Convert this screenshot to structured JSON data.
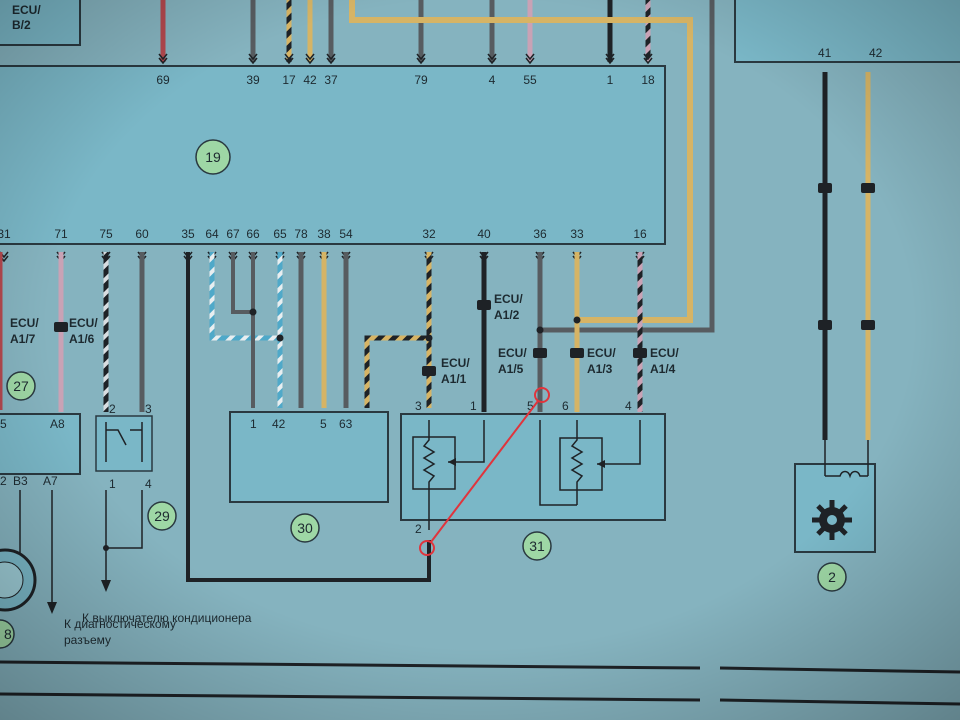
{
  "colors": {
    "paper": "#85b3bf",
    "block": "#7ab7c7",
    "wire_black": "#1e2226",
    "wire_gray": "#575c60",
    "wire_yellow": "#d6b465",
    "wire_pink": "#c9a2b5",
    "wire_blue": "#4fa9c9",
    "wire_red": "#b3484e",
    "marking_red": "#e0343c",
    "circle_green": "#9ed7a5"
  },
  "top_ecu": {
    "label": "ECU/\nB/2"
  },
  "blocks": {
    "ecu": {
      "number": "19"
    },
    "block27": {
      "number": "27"
    },
    "block29": {
      "number": "29"
    },
    "block30": {
      "number": "30"
    },
    "block31": {
      "number": "31"
    },
    "block2": {
      "number": "2"
    },
    "block28": {
      "number": "8"
    }
  },
  "ecu_top_pins": [
    "69",
    "39",
    "17",
    "42",
    "37",
    "79",
    "4",
    "55",
    "1",
    "18"
  ],
  "ecu_bottom_pins": [
    "31",
    "71",
    "75",
    "60",
    "35",
    "64",
    "67",
    "66",
    "65",
    "78",
    "38",
    "54",
    "32",
    "40",
    "36",
    "33",
    "16"
  ],
  "right_top_pins": [
    "41",
    "42"
  ],
  "connectors": {
    "a17": "ECU/\nA1/7",
    "a16": "ECU/\nA1/6",
    "a12": "ECU/\nA1/2",
    "a11": "ECU/\nA1/1",
    "a15": "ECU/\nA1/5",
    "a13": "ECU/\nA1/3",
    "a14": "ECU/\nA1/4"
  },
  "block27_pins": [
    "5",
    "A8"
  ],
  "block27_bottom_pins": [
    "2",
    "B3",
    "A7"
  ],
  "block29_pins": [
    "2",
    "3",
    "1",
    "4"
  ],
  "block30_pins": [
    "1",
    "42",
    "5",
    "63"
  ],
  "block31_pins": [
    "3",
    "1",
    "5",
    "6",
    "4",
    "2"
  ],
  "notes": {
    "ac_switch": "К выключателю кондиционера",
    "diag": "К диагностическому\nразъему"
  }
}
